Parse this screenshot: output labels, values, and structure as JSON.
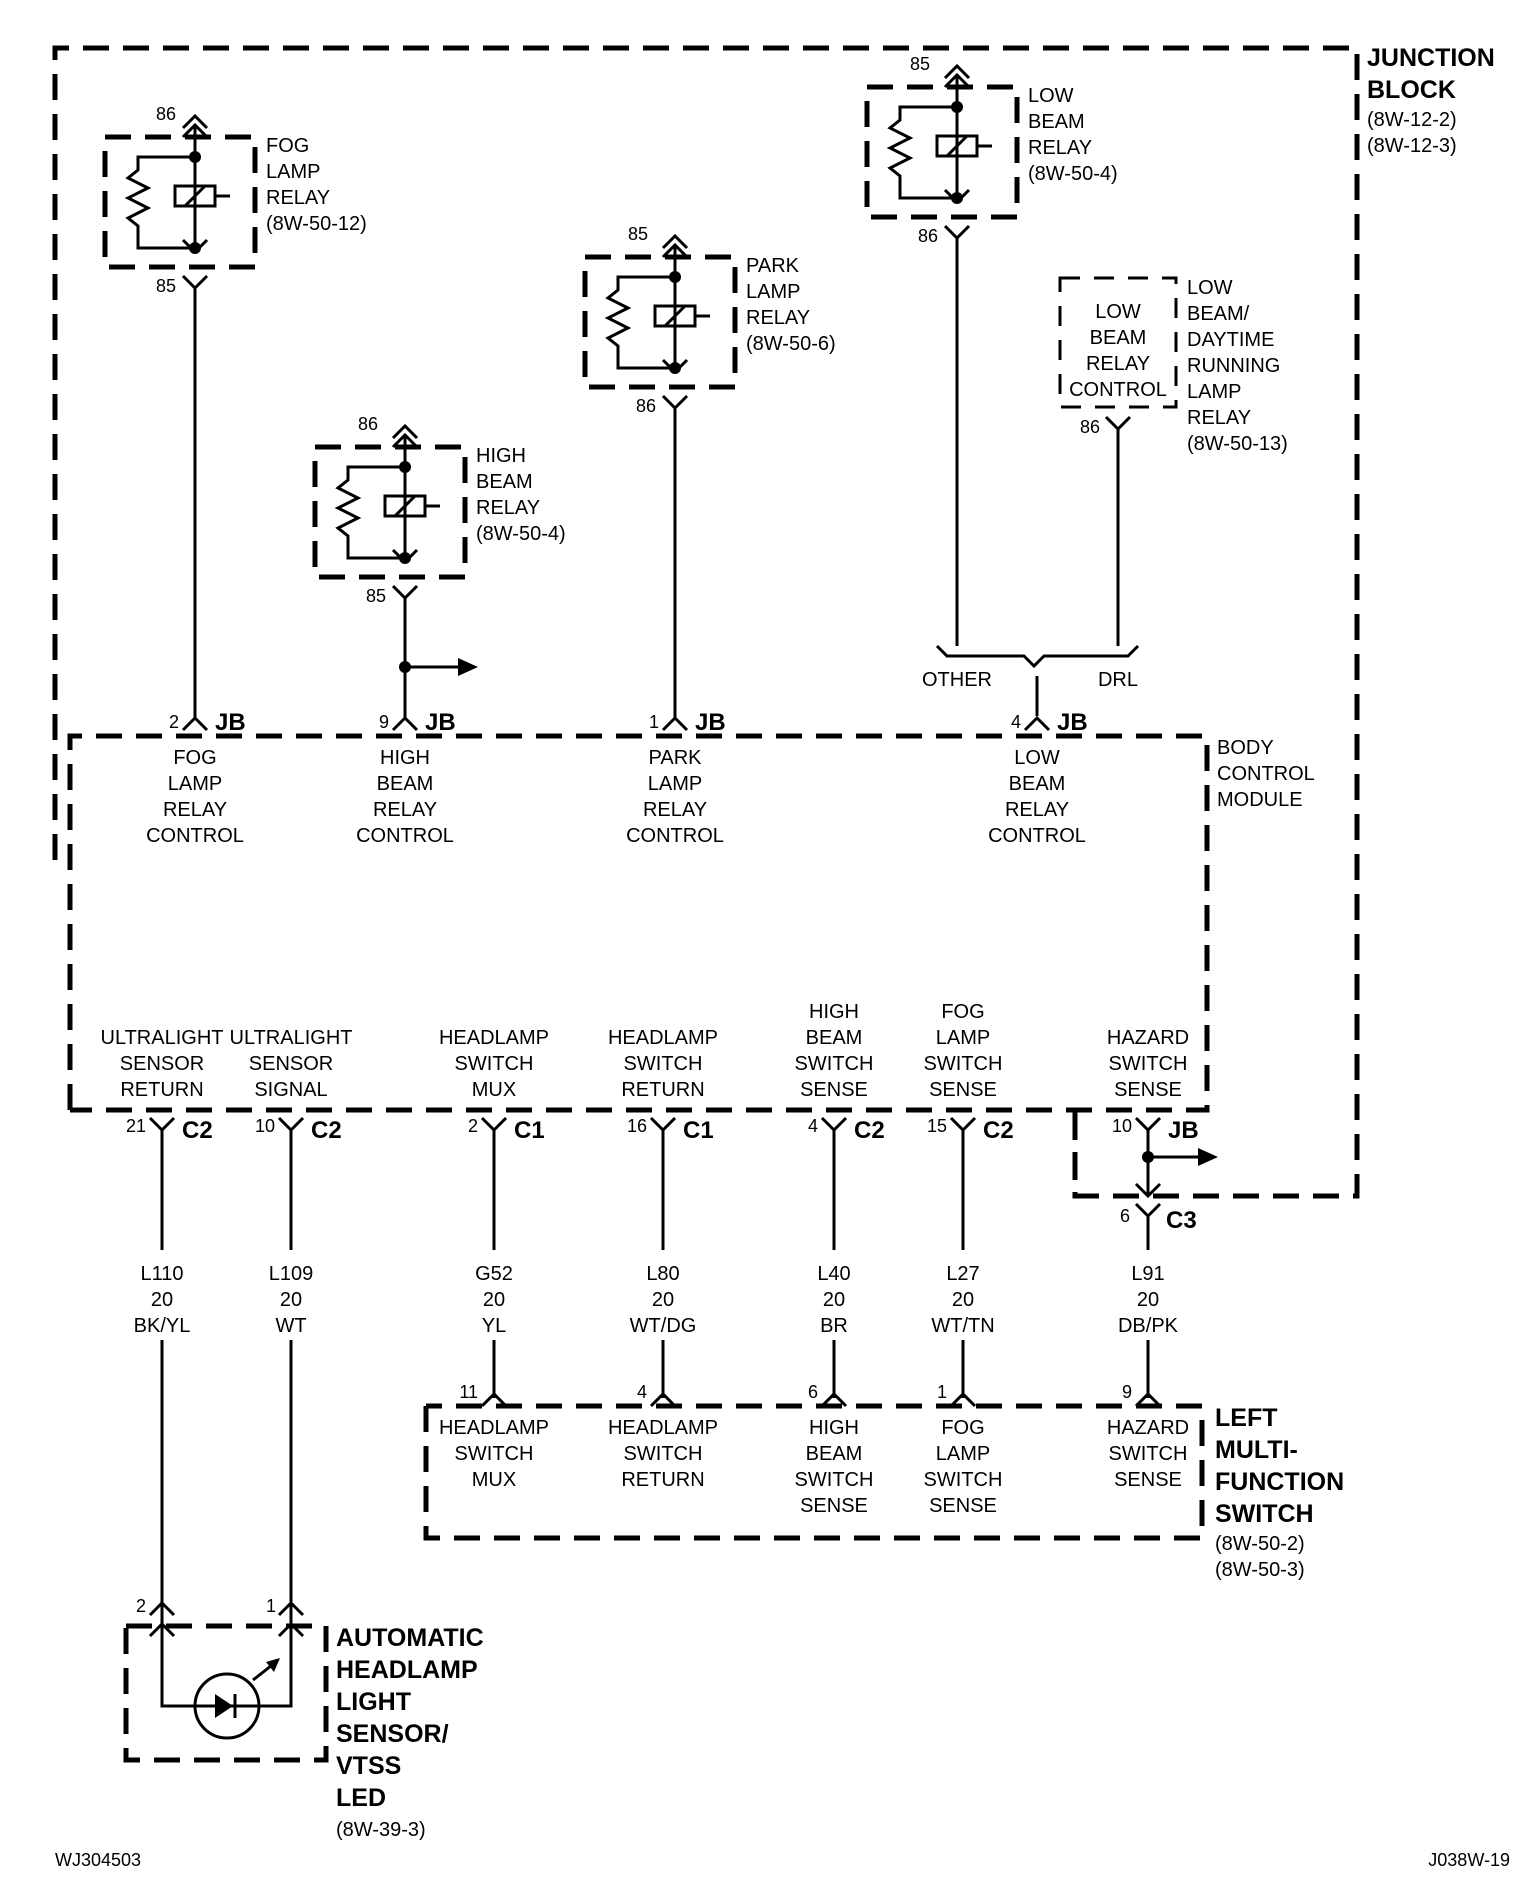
{
  "diagram": {
    "junction_block": {
      "title_lines": [
        "JUNCTION",
        "BLOCK"
      ],
      "refs": [
        "(8W-12-2)",
        "(8W-12-3)"
      ]
    },
    "relays": [
      {
        "id": "fog",
        "name_lines": [
          "FOG",
          "LAMP",
          "RELAY",
          "(8W-50-12)"
        ],
        "top_pin": "86",
        "bottom_pin": "85"
      },
      {
        "id": "high",
        "name_lines": [
          "HIGH",
          "BEAM",
          "RELAY",
          "(8W-50-4)"
        ],
        "top_pin": "86",
        "bottom_pin": "85"
      },
      {
        "id": "park",
        "name_lines": [
          "PARK",
          "LAMP",
          "RELAY",
          "(8W-50-6)"
        ],
        "top_pin": "85",
        "bottom_pin": "86"
      },
      {
        "id": "low",
        "name_lines": [
          "LOW",
          "BEAM",
          "RELAY",
          "(8W-50-4)"
        ],
        "top_pin": "85",
        "bottom_pin": "86"
      }
    ],
    "drl_relay": {
      "inner_lines": [
        "LOW",
        "BEAM",
        "RELAY",
        "CONTROL"
      ],
      "name_lines": [
        "LOW",
        "BEAM/",
        "DAYTIME",
        "RUNNING",
        "LAMP",
        "RELAY",
        "(8W-50-13)"
      ],
      "pin": "86"
    },
    "splice": {
      "left": "OTHER",
      "right": "DRL"
    },
    "bcm": {
      "title_lines": [
        "BODY",
        "CONTROL",
        "MODULE"
      ],
      "top_pins": [
        {
          "pin": "2",
          "conn": "JB",
          "lines": [
            "FOG",
            "LAMP",
            "RELAY",
            "CONTROL"
          ]
        },
        {
          "pin": "9",
          "conn": "JB",
          "lines": [
            "HIGH",
            "BEAM",
            "RELAY",
            "CONTROL"
          ]
        },
        {
          "pin": "1",
          "conn": "JB",
          "lines": [
            "PARK",
            "LAMP",
            "RELAY",
            "CONTROL"
          ]
        },
        {
          "pin": "4",
          "conn": "JB",
          "lines": [
            "LOW",
            "BEAM",
            "RELAY",
            "CONTROL"
          ]
        }
      ],
      "bottom_pins": [
        {
          "pin": "21",
          "conn": "C2",
          "lines": [
            "ULTRALIGHT",
            "SENSOR",
            "RETURN"
          ]
        },
        {
          "pin": "10",
          "conn": "C2",
          "lines": [
            "ULTRALIGHT",
            "SENSOR",
            "SIGNAL"
          ]
        },
        {
          "pin": "2",
          "conn": "C1",
          "lines": [
            "HEADLAMP",
            "SWITCH",
            "MUX"
          ]
        },
        {
          "pin": "16",
          "conn": "C1",
          "lines": [
            "HEADLAMP",
            "SWITCH",
            "RETURN"
          ]
        },
        {
          "pin": "4",
          "conn": "C2",
          "lines": [
            "HIGH",
            "BEAM",
            "SWITCH",
            "SENSE"
          ]
        },
        {
          "pin": "15",
          "conn": "C2",
          "lines": [
            "FOG",
            "LAMP",
            "SWITCH",
            "SENSE"
          ]
        },
        {
          "pin": "10",
          "conn": "JB",
          "lines": [
            "HAZARD",
            "SWITCH",
            "SENSE"
          ]
        }
      ],
      "hazard_c3": {
        "pin": "6",
        "conn": "C3"
      }
    },
    "wires": [
      {
        "circuit": "L110",
        "gauge": "20",
        "color": "BK/YL"
      },
      {
        "circuit": "L109",
        "gauge": "20",
        "color": "WT"
      },
      {
        "circuit": "G52",
        "gauge": "20",
        "color": "YL"
      },
      {
        "circuit": "L80",
        "gauge": "20",
        "color": "WT/DG"
      },
      {
        "circuit": "L40",
        "gauge": "20",
        "color": "BR"
      },
      {
        "circuit": "L27",
        "gauge": "20",
        "color": "WT/TN"
      },
      {
        "circuit": "L91",
        "gauge": "20",
        "color": "DB/PK"
      }
    ],
    "multifunction_switch": {
      "title_lines": [
        "LEFT",
        "MULTI-",
        "FUNCTION",
        "SWITCH"
      ],
      "refs": [
        "(8W-50-2)",
        "(8W-50-3)"
      ],
      "pins": [
        {
          "pin": "11",
          "lines": [
            "HEADLAMP",
            "SWITCH",
            "MUX"
          ]
        },
        {
          "pin": "4",
          "lines": [
            "HEADLAMP",
            "SWITCH",
            "RETURN"
          ]
        },
        {
          "pin": "6",
          "lines": [
            "HIGH",
            "BEAM",
            "SWITCH",
            "SENSE"
          ]
        },
        {
          "pin": "1",
          "lines": [
            "FOG",
            "LAMP",
            "SWITCH",
            "SENSE"
          ]
        },
        {
          "pin": "9",
          "lines": [
            "HAZARD",
            "SWITCH",
            "SENSE"
          ]
        }
      ]
    },
    "sensor": {
      "title_lines": [
        "AUTOMATIC",
        "HEADLAMP",
        "LIGHT",
        "SENSOR/",
        "VTSS",
        "LED"
      ],
      "ref": "(8W-39-3)",
      "pins": [
        "2",
        "1"
      ]
    },
    "footer": {
      "left": "WJ304503",
      "right": "J038W-19"
    }
  }
}
